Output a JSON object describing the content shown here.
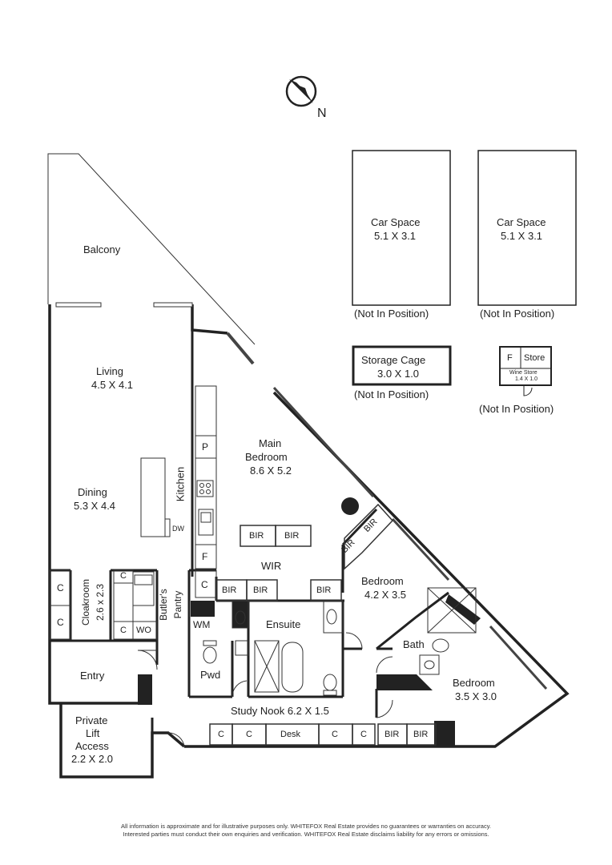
{
  "compass": {
    "label": "N"
  },
  "rooms": {
    "balcony": "Balcony",
    "living_name": "Living",
    "living_dim": "4.5 X 4.1",
    "dining_name": "Dining",
    "dining_dim": "5.3 X 4.4",
    "kitchen": "Kitchen",
    "dw": "DW",
    "pantry_p": "P",
    "fridge_f": "F",
    "main_bed_name1": "Main",
    "main_bed_name2": "Bedroom",
    "main_bed_dim": "8.6 X 5.2",
    "wir": "WIR",
    "bir": "BIR",
    "cupboard": "C",
    "cloakroom_name": "Cloakroom",
    "cloakroom_dim": "2.6 x 2.3",
    "butlers_name": "Butler's",
    "butlers_name2": "Pantry",
    "wo": "WO",
    "wm": "WM",
    "ensuite": "Ensuite",
    "pwd": "Pwd",
    "entry": "Entry",
    "lift_1": "Private",
    "lift_2": "Lift",
    "lift_3": "Access",
    "lift_dim": "2.2 X 2.0",
    "study_nook": "Study Nook 6.2 X 1.5",
    "desk": "Desk",
    "bedroom2_name": "Bedroom",
    "bedroom2_dim": "4.2 X 3.5",
    "bath": "Bath",
    "bedroom3_name": "Bedroom",
    "bedroom3_dim": "3.5 X 3.0"
  },
  "external": {
    "car1_name": "Car Space",
    "car1_dim": "5.1 X 3.1",
    "car2_name": "Car Space",
    "car2_dim": "5.1 X 3.1",
    "not_in_position": "(Not In Position)",
    "storage_name": "Storage Cage",
    "storage_dim": "3.0 X 1.0",
    "store_f": "F",
    "store_label": "Store",
    "wine_store": "Wine Store",
    "wine_dim": "1.4 X 1.0"
  },
  "disclaimer": {
    "line1": "All information is approximate and for illustrative purposes only. WHITEFOX Real Estate provides no guarantees or warranties on accuracy.",
    "line2": "Interested parties must conduct their own enquiries and verification. WHITEFOX Real Estate disclaims liability for any errors or omissions."
  }
}
